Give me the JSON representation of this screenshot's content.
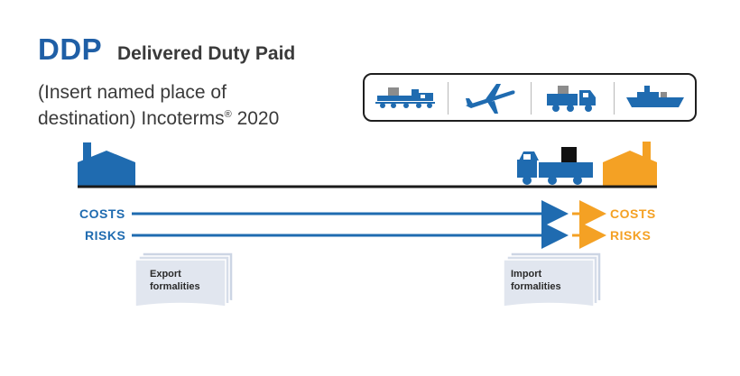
{
  "header": {
    "abbreviation": "DDP",
    "full_name": "Delivered Duty Paid",
    "subtitle_line1": "(Insert named place of",
    "subtitle_line2": "destination) Incoterms",
    "registered_mark": "®",
    "year": "2020"
  },
  "transport_modes": [
    {
      "icon": "train-icon"
    },
    {
      "icon": "airplane-icon"
    },
    {
      "icon": "truck-icon"
    },
    {
      "icon": "ship-icon"
    }
  ],
  "transfer_rows": [
    {
      "seller_label": "COSTS",
      "buyer_label": "COSTS"
    },
    {
      "seller_label": "RISKS",
      "buyer_label": "RISKS"
    }
  ],
  "documents": {
    "export_line1": "Export",
    "export_line2": "formalities",
    "import_line1": "Import",
    "import_line2": "formalities"
  },
  "colors": {
    "seller": "#1f6bb0",
    "buyer": "#f4a124",
    "title": "#1f5fa6",
    "paper": "#dde3ee"
  }
}
